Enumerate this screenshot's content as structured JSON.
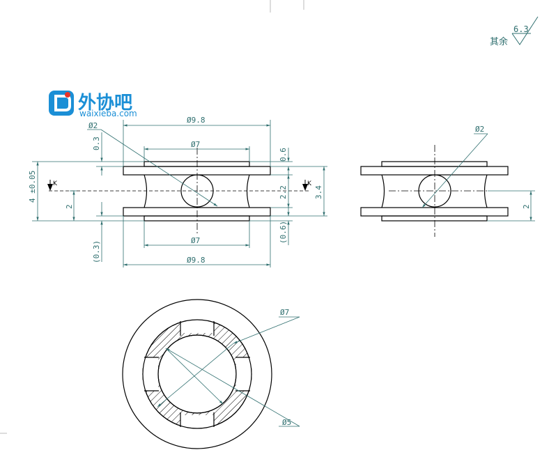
{
  "logo": {
    "name": "外协吧",
    "site": "waixieba.com",
    "brand_color": "#1b8fd6"
  },
  "roughness": {
    "label": "其余",
    "value": "6.3"
  },
  "section_mark": "K",
  "front_view": {
    "top_diameter": "Ø9.8",
    "top_inner_diameter": "Ø7",
    "hole_diameter": "Ø2",
    "bottom_inner_diameter": "Ø7",
    "bottom_diameter": "Ø9.8",
    "left_height": "4 ±0.05",
    "left_center": "2",
    "top_flange": "0.3",
    "bottom_flange": "(0.3)",
    "right_top": "0.6",
    "right_mid": "2.2",
    "right_total": "3.4",
    "right_bottom": "(0.6)"
  },
  "side_view": {
    "hole_diameter": "Ø2",
    "center": "2"
  },
  "section_view": {
    "inner_diameter": "Ø5",
    "middle_diameter": "Ø7"
  },
  "colors": {
    "outline": "#000000",
    "dimension": "#2f6f6f"
  }
}
